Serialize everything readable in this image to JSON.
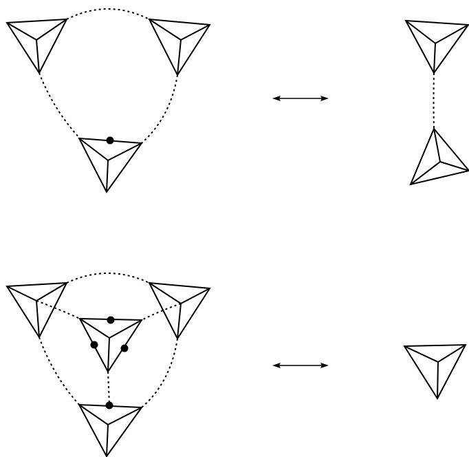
{
  "diagram": {
    "rows": [
      {
        "left_graph": {
          "triangles": 3,
          "marked_vertices": 1
        },
        "relation": "double-arrow",
        "right_graph": {
          "triangles": 2
        }
      },
      {
        "left_graph": {
          "triangles": 4,
          "marked_vertices": 4
        },
        "relation": "double-arrow",
        "right_graph": {
          "triangles": 1
        }
      }
    ],
    "colors": {
      "stroke": "#000000",
      "background": "#ffffff"
    }
  }
}
